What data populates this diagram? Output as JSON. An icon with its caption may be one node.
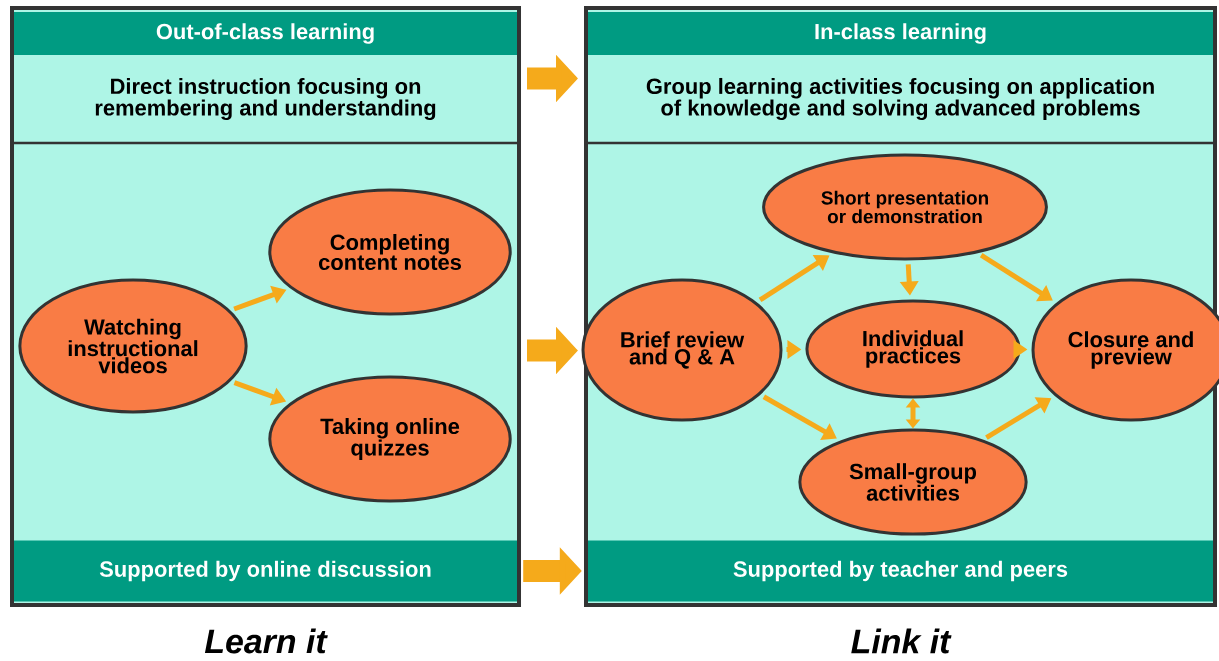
{
  "diagram": {
    "nodes": [
      {
        "text": [],
        "shape": "box",
        "beside": [
          "Learn it"
        ]
      },
      {
        "text": [
          "Out-of-class learning"
        ],
        "in": 0
      },
      {
        "text": [
          "Direct instruction focusing on remembering and understanding"
        ],
        "in": 0
      },
      {
        "text": [
          "Watching instructional videos"
        ],
        "in": 0
      },
      {
        "text": [
          "Completing content notes"
        ],
        "in": 0
      },
      {
        "text": [
          "Taking online quizzes"
        ],
        "in": 0
      },
      {
        "text": [
          "Supported by online discussion"
        ],
        "in": 0
      },
      {
        "text": [],
        "shape": "box",
        "beside": [
          "Link it"
        ]
      },
      {
        "text": [
          "In-class learning"
        ],
        "in": 7
      },
      {
        "text": [
          "Group learning activities focusing on application of knowledge and solving advanced problems"
        ],
        "in": 7
      },
      {
        "text": [
          "Brief review and Q & A"
        ],
        "in": 7
      },
      {
        "text": [
          "Short presentation or demonstration"
        ],
        "in": 7
      },
      {
        "text": [
          "Individual practices"
        ],
        "in": 7
      },
      {
        "text": [
          "Small-group activities"
        ],
        "in": 7
      },
      {
        "text": [
          "Closure and preview"
        ],
        "in": 7
      },
      {
        "text": [
          "Supported by teacher and peers"
        ],
        "in": 7
      }
    ],
    "edges": [
      {
        "from": 0,
        "to": 7,
        "arrow": "to",
        "style": "thick"
      },
      {
        "from": 0,
        "to": 7,
        "arrow": "to",
        "style": "thick"
      },
      {
        "from": 6,
        "to": 15,
        "arrow": "to",
        "style": "thick"
      },
      {
        "from": 3,
        "to": 4,
        "arrow": "to"
      },
      {
        "from": 3,
        "to": 5,
        "arrow": "to"
      },
      {
        "from": 10,
        "to": 11,
        "arrow": "to"
      },
      {
        "from": 10,
        "to": 12,
        "arrow": "to"
      },
      {
        "from": 10,
        "to": 13,
        "arrow": "to"
      },
      {
        "from": 11,
        "to": 12,
        "arrow": "to"
      },
      {
        "from": 11,
        "to": 14,
        "arrow": "to"
      },
      {
        "from": 12,
        "to": 14,
        "arrow": "to"
      },
      {
        "from": 13,
        "to": 14,
        "arrow": "to"
      },
      {
        "from": 12,
        "to": 13,
        "arrow": "both"
      }
    ]
  }
}
